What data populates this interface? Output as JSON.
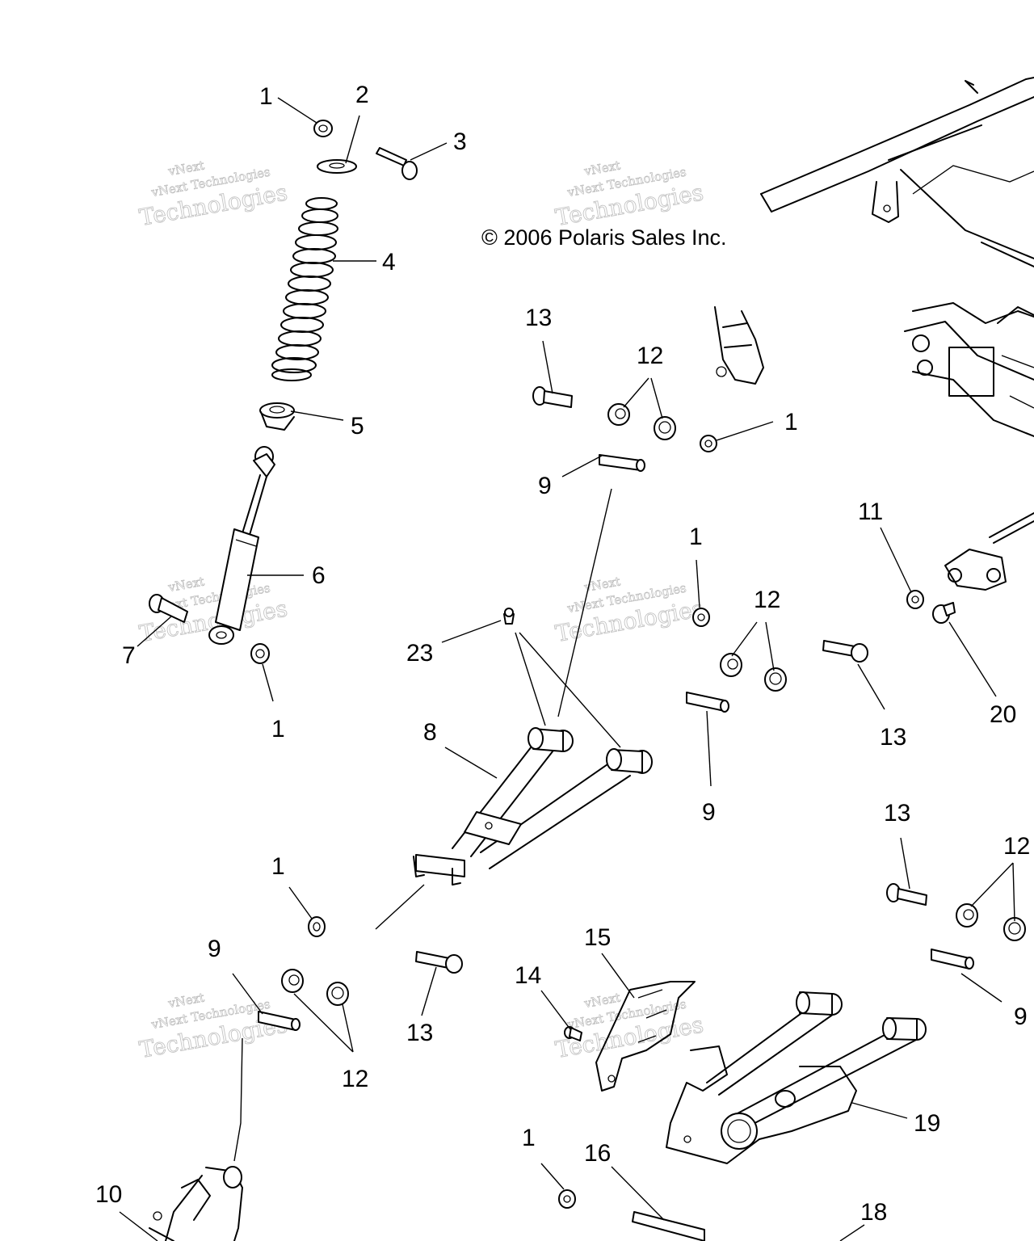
{
  "copyright": "© 2006 Polaris Sales Inc.",
  "watermark": {
    "line1": "vNext",
    "line2": "vNext Technologies",
    "line3": "Technologies"
  },
  "callouts": [
    {
      "id": "c1a",
      "label": "1"
    },
    {
      "id": "c2",
      "label": "2"
    },
    {
      "id": "c3",
      "label": "3"
    },
    {
      "id": "c4",
      "label": "4"
    },
    {
      "id": "c5",
      "label": "5"
    },
    {
      "id": "c6",
      "label": "6"
    },
    {
      "id": "c7",
      "label": "7"
    },
    {
      "id": "c1b",
      "label": "1"
    },
    {
      "id": "c13a",
      "label": "13"
    },
    {
      "id": "c12a",
      "label": "12"
    },
    {
      "id": "c1c",
      "label": "1"
    },
    {
      "id": "c9a",
      "label": "9"
    },
    {
      "id": "c11",
      "label": "11"
    },
    {
      "id": "c1d",
      "label": "1"
    },
    {
      "id": "c12b",
      "label": "12"
    },
    {
      "id": "c23",
      "label": "23"
    },
    {
      "id": "c13b",
      "label": "13"
    },
    {
      "id": "c20",
      "label": "20"
    },
    {
      "id": "c8",
      "label": "8"
    },
    {
      "id": "c9b",
      "label": "9"
    },
    {
      "id": "c13c",
      "label": "13"
    },
    {
      "id": "c12c",
      "label": "12"
    },
    {
      "id": "c1e",
      "label": "1"
    },
    {
      "id": "c9c",
      "label": "9"
    },
    {
      "id": "c13d",
      "label": "13"
    },
    {
      "id": "c12d",
      "label": "12"
    },
    {
      "id": "c15",
      "label": "15"
    },
    {
      "id": "c14",
      "label": "14"
    },
    {
      "id": "c19",
      "label": "19"
    },
    {
      "id": "c10",
      "label": "10"
    },
    {
      "id": "c1f",
      "label": "1"
    },
    {
      "id": "c16",
      "label": "16"
    },
    {
      "id": "c18",
      "label": "18"
    },
    {
      "id": "c9d",
      "label": "9"
    }
  ]
}
